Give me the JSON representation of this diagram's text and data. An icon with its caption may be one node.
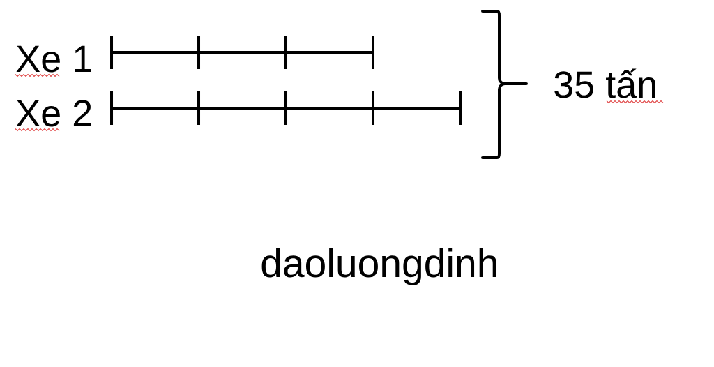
{
  "diagram": {
    "labels": [
      "Xe 1",
      "Xe 2",
      "35 tấn",
      "daoluongdinh"
    ]
  }
}
